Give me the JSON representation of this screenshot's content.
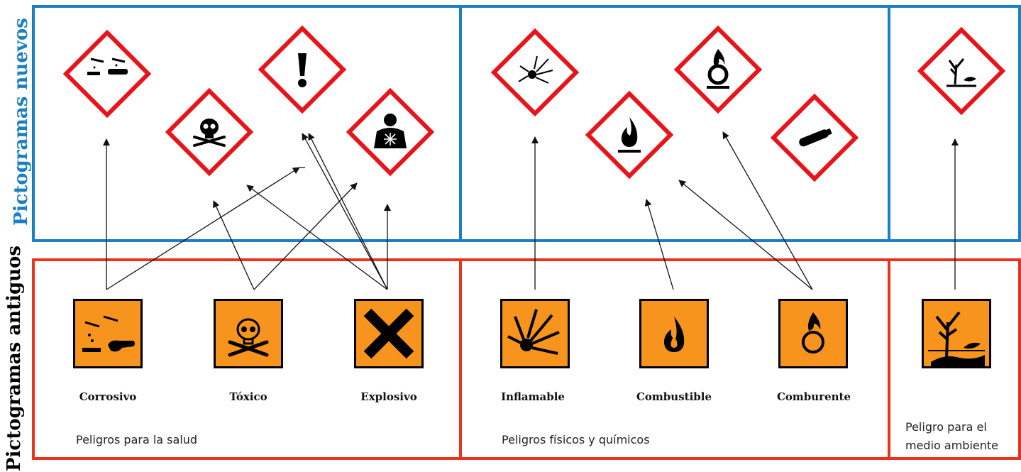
{
  "labels": {
    "new": "Pictogramas nuevos",
    "old": "Pictogramas antiguos"
  },
  "groups": {
    "health": "Peligros para la salud",
    "physical": "Peligros físicos y químicos",
    "environment_line1": "Peligro para el",
    "environment_line2": "medio ambiente"
  },
  "old_pictograms": [
    {
      "caption": "Corrosivo",
      "icon": "corrosive-icon"
    },
    {
      "caption": "Tóxico",
      "icon": "skull-icon"
    },
    {
      "caption": "Explosivo",
      "icon": "x-cross-icon"
    },
    {
      "caption": "Inflamable",
      "icon": "explosion-icon"
    },
    {
      "caption": "Combustible",
      "icon": "flame-icon"
    },
    {
      "caption": "Comburente",
      "icon": "flame-over-circle-icon"
    },
    {
      "caption": "",
      "icon": "environment-icon"
    }
  ],
  "new_pictograms": [
    {
      "icon": "ghs-corrosive-icon"
    },
    {
      "icon": "ghs-skull-icon"
    },
    {
      "icon": "ghs-exclamation-icon"
    },
    {
      "icon": "ghs-health-hazard-icon"
    },
    {
      "icon": "ghs-explosive-icon"
    },
    {
      "icon": "ghs-flammable-icon"
    },
    {
      "icon": "ghs-oxidizer-icon"
    },
    {
      "icon": "ghs-gas-cylinder-icon"
    },
    {
      "icon": "ghs-environment-icon"
    }
  ],
  "colors": {
    "new_border": "#1a7fc4",
    "old_border": "#e8341c",
    "ghs_red": "#e8141c",
    "old_orange": "#f7941d"
  }
}
